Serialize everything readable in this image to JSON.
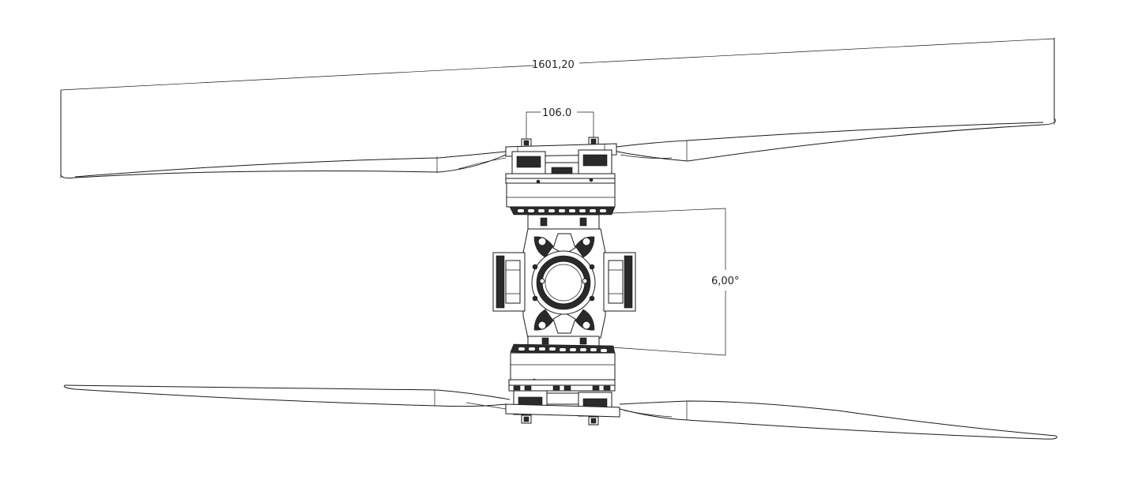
{
  "dimensions": {
    "span": "1601,20",
    "mount_spacing": "106.0",
    "angle": "6,00°"
  },
  "colors": {
    "line": "#1a1a1a",
    "fill_dark": "#2a2a2a",
    "background": "#ffffff"
  }
}
